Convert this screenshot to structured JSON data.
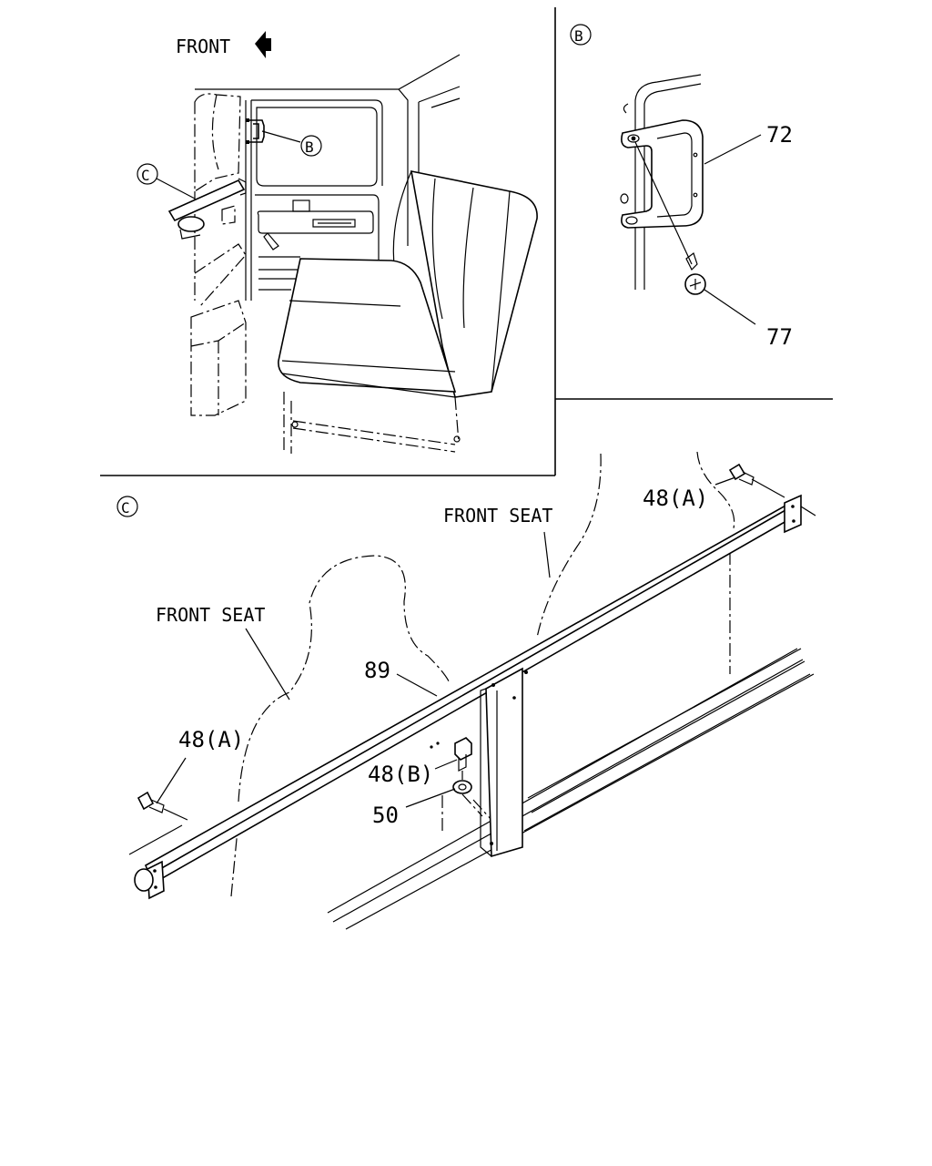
{
  "panel_main": {
    "front_label": "FRONT",
    "callout_b": "B",
    "callout_c": "C"
  },
  "panel_b": {
    "header": "B",
    "part_72": "72",
    "part_77": "77"
  },
  "panel_c": {
    "header": "C",
    "front_seat_right": "FRONT SEAT",
    "front_seat_left": "FRONT SEAT",
    "part_48a_right": "48(A)",
    "part_48a_left": "48(A)",
    "part_89": "89",
    "part_48b": "48(B)",
    "part_50": "50"
  }
}
